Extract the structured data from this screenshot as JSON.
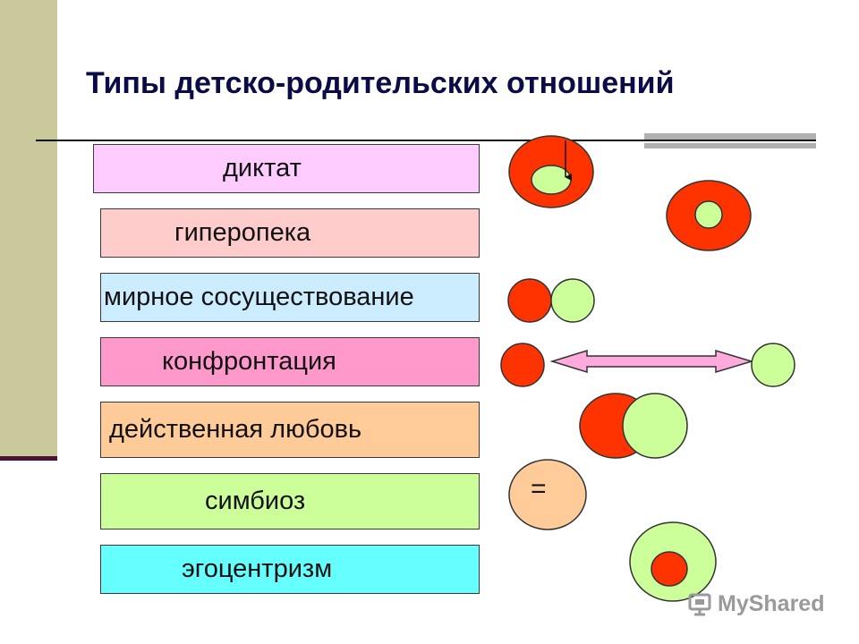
{
  "slide": {
    "title": "Типы детско-родительских отношений"
  },
  "types": [
    {
      "label": "диктат",
      "color": "#ffccff"
    },
    {
      "label": "гиперопека",
      "color": "#ffcccc"
    },
    {
      "label": "мирное сосуществование",
      "color": "#ccecff"
    },
    {
      "label": "конфронтация",
      "color": "#ff99cc"
    },
    {
      "label": "действенная любовь",
      "color": "#ffcc99"
    },
    {
      "label": "симбиоз",
      "color": "#ccff99"
    },
    {
      "label": "эгоцентризм",
      "color": "#66ffff"
    }
  ],
  "diagram": {
    "parent_color": "#ff3300",
    "child_color": "#ccff99",
    "symbiosis_fill": "#ffcc99",
    "symbiosis_sign": "="
  },
  "watermark": {
    "text": "MyShared"
  }
}
